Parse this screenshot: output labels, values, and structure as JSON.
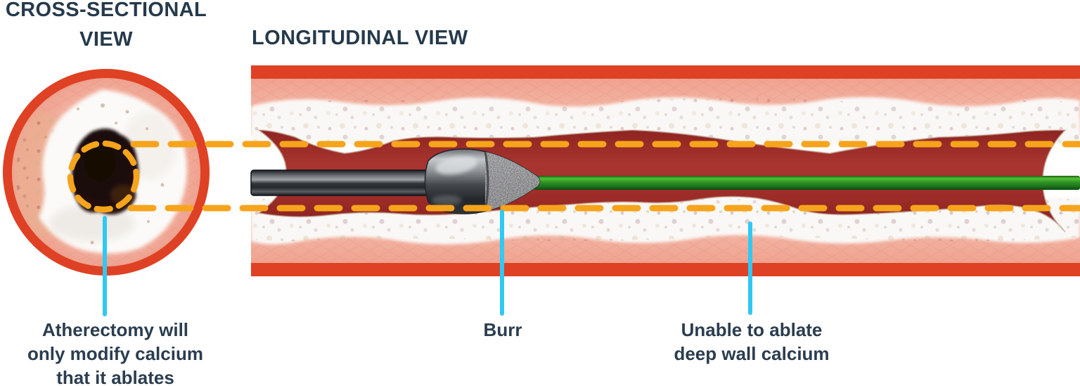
{
  "header": {
    "cross_sectional_title_line1": "CROSS-SECTIONAL",
    "cross_sectional_title_line2": "VIEW",
    "longitudinal_title": "LONGITUDINAL VIEW"
  },
  "callouts": {
    "atherectomy": {
      "line1": "Atherectomy will",
      "line2": "only modify calcium",
      "line3": "that it ablates"
    },
    "burr": {
      "label": "Burr"
    },
    "deep_wall": {
      "line1": "Unable to ablate",
      "line2": "deep wall calcium"
    }
  },
  "diagram": {
    "left_panel": "artery cross-section with calcified ring and lumen outlined by dashed circle",
    "right_panel": "artery longitudinal view with atherectomy catheter, burr and guidewire",
    "dashed_lines_meaning": "projection of ablated lumen diameter from cross-section into longitudinal view"
  },
  "colors": {
    "title_text": "#253A4B",
    "callout_text": "#2B3D4F",
    "artery_wall_red": "#DF4124",
    "wall_pink": "#F2AB99",
    "calcium_white": "#FAF8F6",
    "lumen_dark_red": "#9A2B27",
    "cross_section_lumen_brown": "#241107",
    "dashed_highlight_yellow": "#F6A41B",
    "callout_line_cyan": "#30C9F4",
    "guidewire_green": "#3FA62B",
    "burr_gray": "#4A4E52",
    "catheter_black": "#1A1E24"
  }
}
